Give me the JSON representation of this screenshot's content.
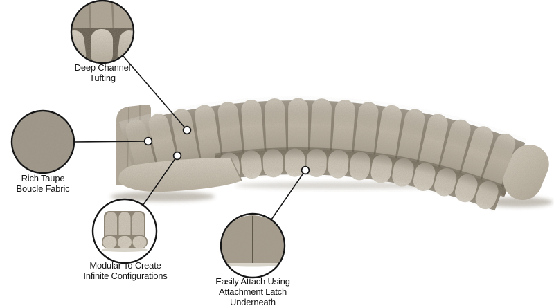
{
  "callouts": {
    "tufting": {
      "id": "deep-channel-tufting",
      "lines": [
        "Deep Channel",
        "Tufting"
      ]
    },
    "fabric": {
      "id": "rich-taupe-boucle-fabric",
      "lines": [
        "Rich Taupe",
        "Boucle Fabric"
      ]
    },
    "modular": {
      "id": "modular-configurations",
      "lines": [
        "Modular To Create",
        "Infinite Configurations"
      ]
    },
    "attach": {
      "id": "attachment-latch",
      "lines": [
        "Easily Attach Using",
        "Attachment Latch",
        "Underneath"
      ]
    }
  },
  "colors": {
    "background": "#ffffff",
    "callout_line": "#161616",
    "label_text": "#141414",
    "sofa_back": "#bfb6a7",
    "sofa_back_alt": "#c4bbac",
    "sofa_seat": "#cfc7b9",
    "sofa_seat_alt": "#d3cbbd",
    "sofa_seam": "#8a8172",
    "sofa_arm": "#b5ac9d",
    "sofa_highlight": "#d8d1c3",
    "fabric_swatch": "#a09889",
    "shadow": "#948c7e"
  }
}
